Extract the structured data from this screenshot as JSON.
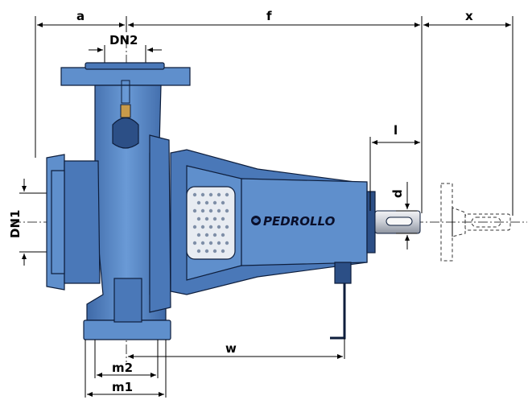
{
  "dimensions": {
    "a": "a",
    "f": "f",
    "x": "x",
    "dn2": "DN2",
    "dn1": "DN1",
    "l": "l",
    "d": "d",
    "w": "w",
    "m2": "m2",
    "m1": "m1"
  },
  "brand": {
    "logo_text": "PEDROLLO",
    "logo_icon": "pedrollo-swirl-icon"
  },
  "colors": {
    "pump_body": "#4a78b8",
    "pump_highlight": "#5f8fcc",
    "pump_shadow": "#2c4f86",
    "outline": "#0e1e3c",
    "shaft": "#c8ccd4"
  }
}
